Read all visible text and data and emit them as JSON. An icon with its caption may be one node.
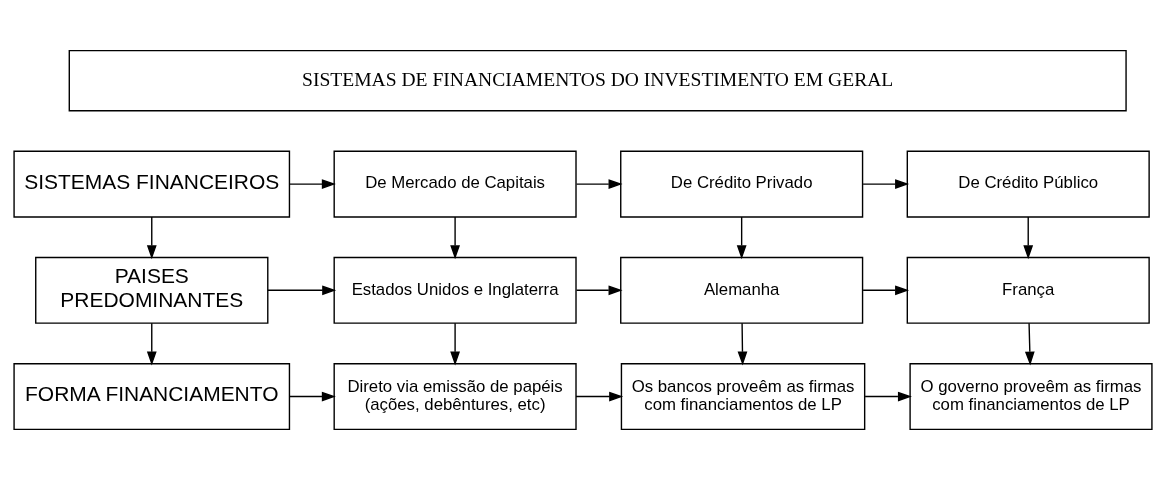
{
  "diagram": {
    "nodes": [
      {
        "text": [
          "SISTEMAS DE FINANCIAMENTOS DO INVESTIMENTO EM GERAL"
        ]
      },
      {
        "text": [
          "SISTEMAS FINANCEIROS"
        ]
      },
      {
        "text": [
          "De Mercado de Capitais"
        ]
      },
      {
        "text": [
          "De Crédito Privado"
        ]
      },
      {
        "text": [
          "De Crédito Público"
        ]
      },
      {
        "text": [
          "PAISES PREDOMINANTES"
        ]
      },
      {
        "text": [
          "Estados Unidos e Inglaterra"
        ]
      },
      {
        "text": [
          "Alemanha"
        ]
      },
      {
        "text": [
          "França"
        ]
      },
      {
        "text": [
          "FORMA FINANCIAMENTO"
        ]
      },
      {
        "text": [
          "Direto via emissão de papéis (ações, debêntures, etc)"
        ]
      },
      {
        "text": [
          "Os bancos proveêm as firmas com financiamentos de LP"
        ]
      },
      {
        "text": [
          "O governo proveêm as firmas com financiamentos de LP"
        ]
      }
    ],
    "edges": [
      {
        "from": 1,
        "to": 2,
        "arrow": "to"
      },
      {
        "from": 2,
        "to": 3,
        "arrow": "to"
      },
      {
        "from": 3,
        "to": 4,
        "arrow": "to"
      },
      {
        "from": 1,
        "to": 5,
        "arrow": "to"
      },
      {
        "from": 2,
        "to": 6,
        "arrow": "to"
      },
      {
        "from": 3,
        "to": 7,
        "arrow": "to"
      },
      {
        "from": 4,
        "to": 8,
        "arrow": "to"
      },
      {
        "from": 5,
        "to": 6,
        "arrow": "to"
      },
      {
        "from": 6,
        "to": 7,
        "arrow": "to"
      },
      {
        "from": 7,
        "to": 8,
        "arrow": "to"
      },
      {
        "from": 5,
        "to": 9,
        "arrow": "to"
      },
      {
        "from": 6,
        "to": 10,
        "arrow": "to"
      },
      {
        "from": 7,
        "to": 11,
        "arrow": "to"
      },
      {
        "from": 8,
        "to": 12,
        "arrow": "to"
      },
      {
        "from": 9,
        "to": 10,
        "arrow": "to"
      },
      {
        "from": 10,
        "to": 11,
        "arrow": "to"
      },
      {
        "from": 11,
        "to": 12,
        "arrow": "to"
      }
    ]
  }
}
